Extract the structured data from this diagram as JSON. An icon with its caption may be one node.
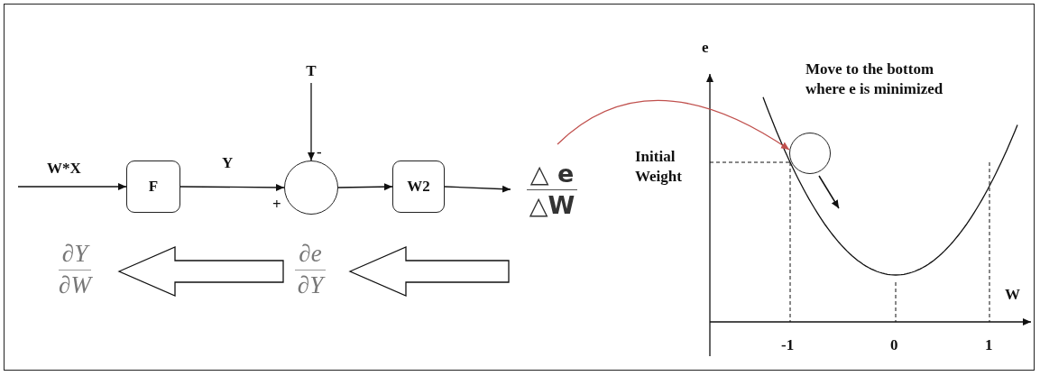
{
  "diagram": {
    "nodes": [
      {
        "text": [
          "F"
        ]
      },
      {
        "text": [],
        "shape": "circle"
      },
      {
        "text": [
          "T"
        ]
      },
      {
        "text": [
          "W2"
        ]
      },
      {
        "text": [
          "△ e",
          "△W"
        ]
      },
      {
        "text": [
          "∂e",
          "∂Y"
        ]
      },
      {
        "text": [
          "∂Y",
          "∂W"
        ]
      },
      {
        "text": [],
        "shape": "circle"
      }
    ],
    "edges": [
      {
        "from": null,
        "to": 0,
        "arrow": "to",
        "label": "W*X"
      },
      {
        "from": 0,
        "to": 1,
        "arrow": "to",
        "label": "Y"
      },
      {
        "from": 2,
        "to": 1,
        "arrow": "to"
      },
      {
        "from": 1,
        "to": 3,
        "arrow": "to"
      },
      {
        "from": 3,
        "to": 4,
        "arrow": "to"
      },
      {
        "from": 4,
        "to": 7,
        "arrow": "to",
        "color": "#c0504d"
      },
      {
        "from": 4,
        "to": 5,
        "arrow": "to",
        "style": "thick"
      },
      {
        "from": 5,
        "to": 6,
        "arrow": "to",
        "style": "thick"
      }
    ],
    "labels": [
      "e",
      "Move to the bottom where e is minimized",
      "-",
      "Initial Weight",
      "+",
      "W",
      "-1",
      "0",
      "1"
    ]
  }
}
